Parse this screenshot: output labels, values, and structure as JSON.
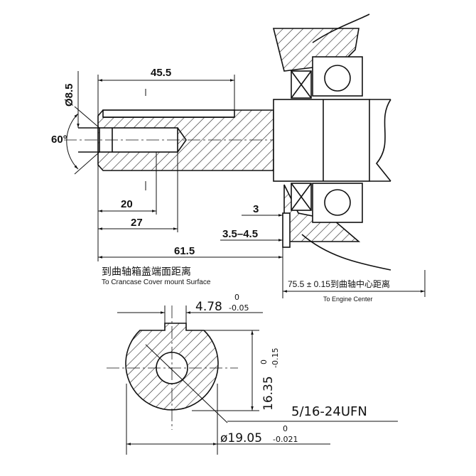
{
  "shaft_view": {
    "dim_length": "45.5",
    "dim_diameter": "Ø8.5",
    "dim_angle": "60°",
    "dim_thread_depth": "20",
    "dim_hole_depth": "27",
    "dim_overall": "61.5",
    "dim_gap": "3",
    "dim_gap_range": "3.5–4.5",
    "label_cn": "到曲轴箱盖端面距离",
    "label_en": "To Crancase Cover mount Surface",
    "center_cn": "75.5 ± 0.15到曲轴中心距离",
    "center_en": "To Engine Center"
  },
  "section_view": {
    "key_width": "4.78",
    "key_width_upper": "0",
    "key_width_lower": "-0.05",
    "flat_height": "16.35",
    "flat_height_upper": "0",
    "flat_height_lower": "-0.15",
    "thread_spec": "5/16-24UFN",
    "diameter": "ø19.05",
    "diameter_upper": "0",
    "diameter_lower": "-0.021"
  }
}
